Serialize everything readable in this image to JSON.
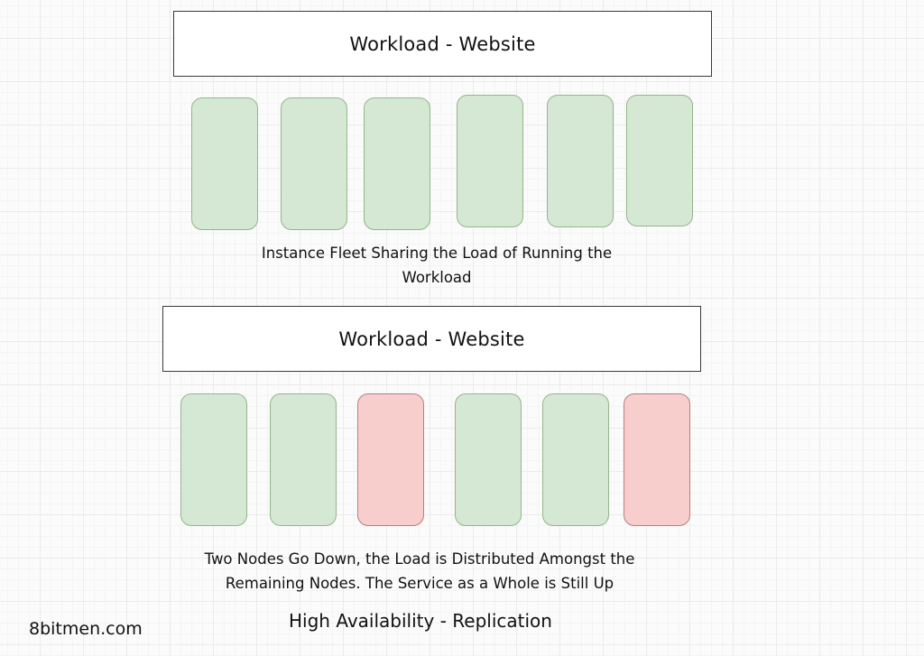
{
  "diagram": {
    "title": "High Availability - Replication",
    "brand": "8bitmen.com",
    "colors": {
      "node_up_fill": "#d5e8d4",
      "node_up_stroke": "#94b58a",
      "node_down_fill": "#f8cecc",
      "node_down_stroke": "#b87e80"
    },
    "scenarios": [
      {
        "workload_label": "Workload - Website",
        "nodes": [
          {
            "status": "up"
          },
          {
            "status": "up"
          },
          {
            "status": "up"
          },
          {
            "status": "up"
          },
          {
            "status": "up"
          },
          {
            "status": "up"
          }
        ],
        "caption_line1": "Instance Fleet Sharing the Load of Running the",
        "caption_line2": "Workload"
      },
      {
        "workload_label": "Workload - Website",
        "nodes": [
          {
            "status": "up"
          },
          {
            "status": "up"
          },
          {
            "status": "down"
          },
          {
            "status": "up"
          },
          {
            "status": "up"
          },
          {
            "status": "down"
          }
        ],
        "caption_line1": "Two Nodes Go Down, the Load is Distributed Amongst the",
        "caption_line2": "Remaining Nodes. The Service as a Whole is Still Up"
      }
    ]
  }
}
